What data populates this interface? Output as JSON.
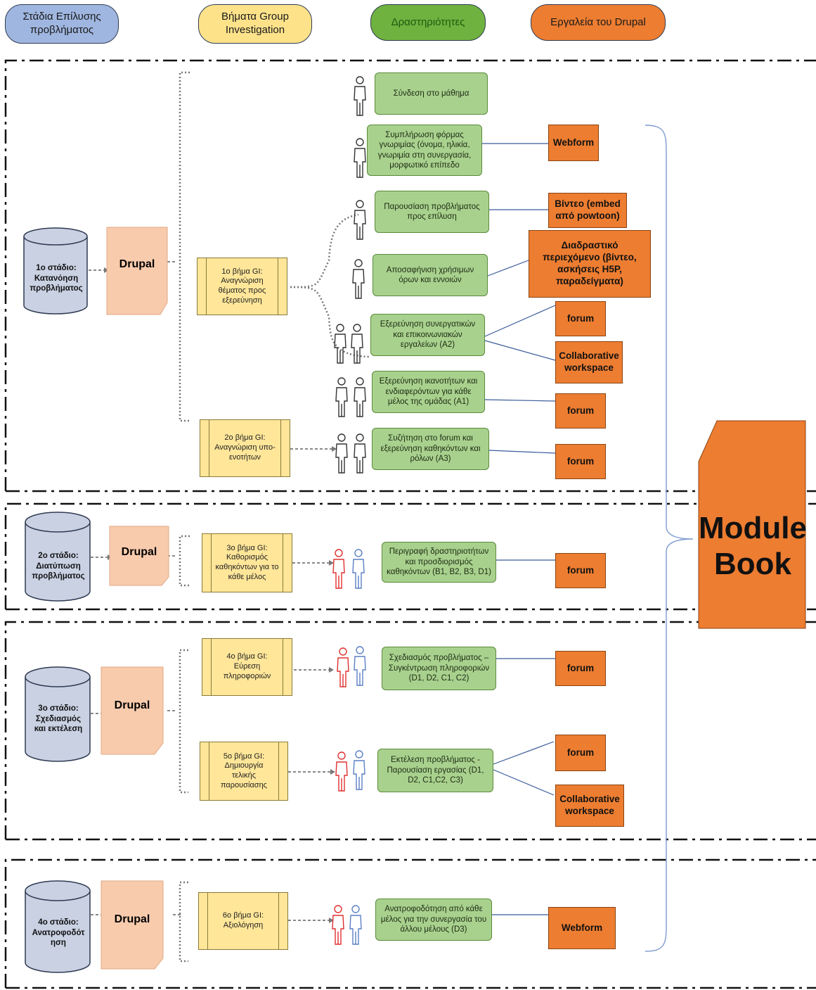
{
  "headers": {
    "stages": "Στάδια Επίλυσης προβλήματος",
    "gi_steps": "Βήματα Group Investigation",
    "activities": "Δραστηριότητες",
    "tools": "Εργαλεία του Drupal"
  },
  "colors": {
    "stage_header": "#9fb6e0",
    "gi_header": "#fde28a",
    "activity_header": "#6fb23f",
    "tool_header": "#ed7d31",
    "activity_box": "#a9d18e",
    "tool_box": "#ed7d31",
    "gi_box": "#ffe699",
    "drupal_box": "#f8cbad",
    "cylinder": "#c9d1e3",
    "person_red": "#e03030",
    "person_blue": "#5b7fc4"
  },
  "drupal_label": "Drupal",
  "module_book": "Module Book",
  "stages": [
    {
      "label": "1ο στάδιο: Κατανόηση προβλήματος"
    },
    {
      "label": "2ο στάδιο: Διατύπωση προβλήματος"
    },
    {
      "label": "3ο στάδιο: Σχεδιασμός και εκτέλεση"
    },
    {
      "label": "4ο στάδιο: Ανατροφοδότ ηση"
    }
  ],
  "gi_steps": [
    {
      "label": "1ο βήμα GI: Αναγνώριση θέματος προς εξερεύνηση"
    },
    {
      "label": "2ο βήμα GI: Αναγνώριση υπο-ενοτήτων"
    },
    {
      "label": "3ο βήμα GI: Καθορισμός καθηκόντων για το κάθε μέλος"
    },
    {
      "label": "4ο βήμα GI: Εύρεση πληροφοριών"
    },
    {
      "label": "5ο βήμα GI: Δημιουργία τελικής παρουσίασης"
    },
    {
      "label": "6ο βήμα GI: Αξιολόγηση"
    }
  ],
  "activities": [
    {
      "label": "Σύνδεση στο μάθημα"
    },
    {
      "label": "Συμπλήρωση φόρμας γνωριμίας (όνομα, ηλικία, γνωριμία στη συνεργασία, μορφωτικό επίπεδο"
    },
    {
      "label": "Παρουσίαση προβλήματος προς επίλυση"
    },
    {
      "label": "Αποσαφήνιση χρήσιμων όρων και εννοιών"
    },
    {
      "label": "Εξερεύνηση συνεργατικών και επικοινωνιακών εργαλείων (Α2)"
    },
    {
      "label": "Εξερεύνηση ικανοτήτων και ενδιαφερόντων για κάθε μέλος της ομάδας (Α1)"
    },
    {
      "label": "Συζήτηση στο forum και εξερεύνηση καθηκόντων και ρόλων (Α3)"
    },
    {
      "label": "Περιγραφή δραστηριοτήτων και προσδιορισμός καθηκόντων (Β1, Β2, Β3, D1)"
    },
    {
      "label": "Σχεδιασμός προβλήματος – Συγκέντρωση πληροφοριών (D1, D2, C1, C2)"
    },
    {
      "label": "Εκτέλεση προβλήματος - Παρουσίαση εργασίας (D1, D2, C1,C2, C3)"
    },
    {
      "label": "Ανατροφοδότηση από κάθε μέλος για την συνεργασία του άλλου μέλους (D3)"
    }
  ],
  "tools": [
    {
      "label": "Webform"
    },
    {
      "label": "Βίντεο (embed από powtoon)"
    },
    {
      "label": "Διαδραστικό περιεχόμενο (βίντεο, ασκήσεις H5P, παραδείγματα)"
    },
    {
      "label": "forum"
    },
    {
      "label": "Collaborative workspace"
    },
    {
      "label": "forum"
    },
    {
      "label": "forum"
    },
    {
      "label": "forum"
    },
    {
      "label": "forum"
    },
    {
      "label": "forum"
    },
    {
      "label": "Collaborative workspace"
    },
    {
      "label": "Webform"
    }
  ]
}
